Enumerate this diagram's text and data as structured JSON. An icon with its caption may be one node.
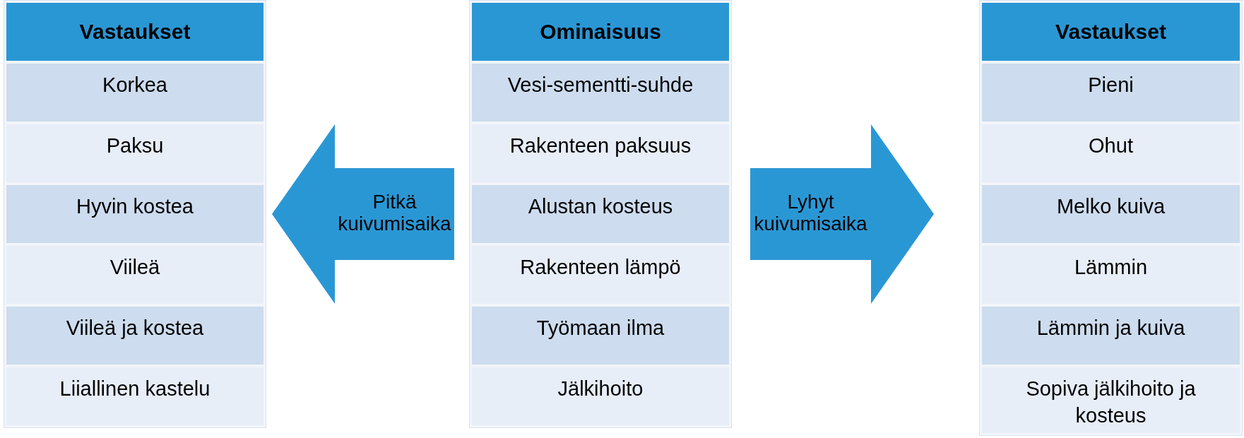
{
  "diagram": {
    "nodes": [
      {
        "text": [
          "Vastaukset"
        ]
      },
      {
        "text": [
          "Korkea"
        ],
        "in": 0
      },
      {
        "text": [
          "Paksu"
        ],
        "in": 0
      },
      {
        "text": [
          "Hyvin kostea"
        ],
        "in": 0
      },
      {
        "text": [
          "Viileä"
        ],
        "in": 0
      },
      {
        "text": [
          "Viileä ja kostea"
        ],
        "in": 0
      },
      {
        "text": [
          "Liiallinen kastelu"
        ],
        "in": 0
      },
      {
        "text": [
          "Ominaisuus"
        ]
      },
      {
        "text": [
          "Vesi-sementti-suhde"
        ],
        "in": 7
      },
      {
        "text": [
          "Rakenteen paksuus"
        ],
        "in": 7
      },
      {
        "text": [
          "Alustan kosteus"
        ],
        "in": 7
      },
      {
        "text": [
          "Rakenteen lämpö"
        ],
        "in": 7
      },
      {
        "text": [
          "Työmaan ilma"
        ],
        "in": 7
      },
      {
        "text": [
          "Jälkihoito"
        ],
        "in": 7
      },
      {
        "text": [
          "Vastaukset"
        ]
      },
      {
        "text": [
          "Pieni"
        ],
        "in": 14
      },
      {
        "text": [
          "Ohut"
        ],
        "in": 14
      },
      {
        "text": [
          "Melko kuiva"
        ],
        "in": 14
      },
      {
        "text": [
          "Lämmin"
        ],
        "in": 14
      },
      {
        "text": [
          "Lämmin ja kuiva"
        ],
        "in": 14
      },
      {
        "text": [
          "Sopiva jälkihoito ja kosteus"
        ],
        "in": 14
      }
    ],
    "edges": [
      {
        "from": 7,
        "to": 0,
        "arrow": "to",
        "label": "Pitkä kuivumisaika"
      },
      {
        "from": 7,
        "to": 14,
        "arrow": "to",
        "label": "Lyhyt kuivumisaika"
      }
    ]
  }
}
